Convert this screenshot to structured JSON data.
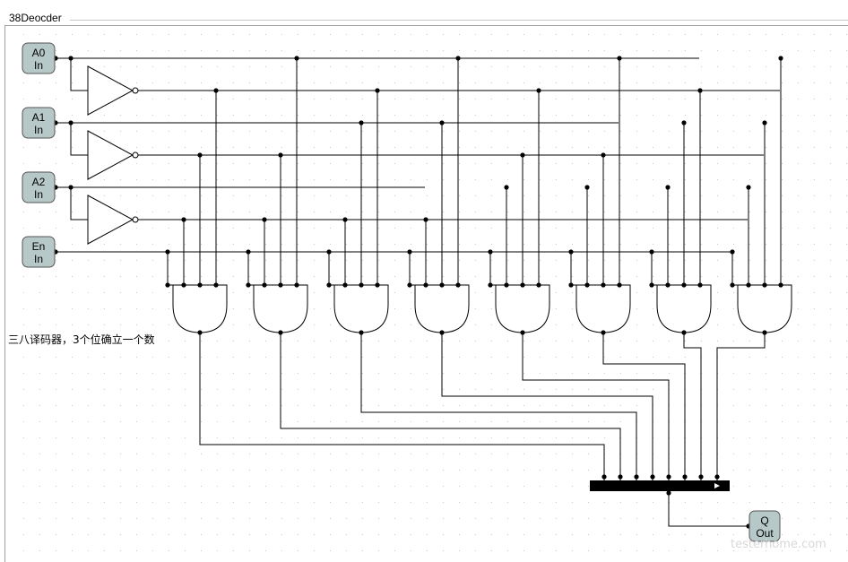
{
  "window": {
    "title": "38Deocder"
  },
  "inputs": [
    {
      "name": "A0",
      "kind": "In"
    },
    {
      "name": "A1",
      "kind": "In"
    },
    {
      "name": "A2",
      "kind": "In"
    },
    {
      "name": "En",
      "kind": "In"
    }
  ],
  "output": {
    "name": "Q",
    "kind": "Out"
  },
  "note": "三八译码器，3个位确立一个数",
  "watermark": "testerhome.com",
  "colors": {
    "pin_fill": "#b7c8c8",
    "pin_border": "#555555",
    "wire": "#000000",
    "grid_dot": "#c8c8c8"
  },
  "gates": {
    "inverter_count": 3,
    "and_gate_count": 8,
    "and_inputs_each": 4,
    "bus_inputs": 8
  }
}
